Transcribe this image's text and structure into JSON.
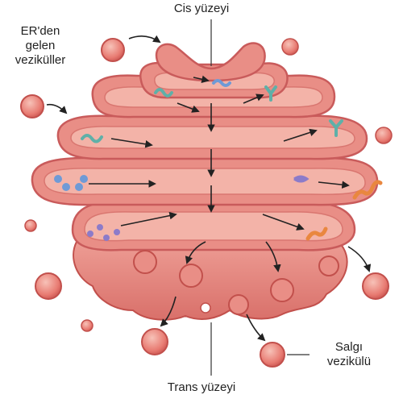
{
  "labels": {
    "cis_face": "Cis yüzeyi",
    "trans_face": "Trans yüzeyi",
    "er_vesicles": [
      "ER'den",
      "gelen",
      "veziküller"
    ],
    "secretory_vesicle": [
      "Salgı",
      "vezikülü"
    ]
  },
  "colors": {
    "membrane_dark": "#c95b5b",
    "membrane_fill": "#e98e86",
    "lumen": "#f3b3a8",
    "vesicle": "#e87b72",
    "protein_blue": "#6f9ad6",
    "protein_teal": "#5fb0a8",
    "protein_orange": "#e9873f",
    "protein_purple": "#8c7bc9",
    "arrow": "#222222",
    "background": "#ffffff"
  }
}
